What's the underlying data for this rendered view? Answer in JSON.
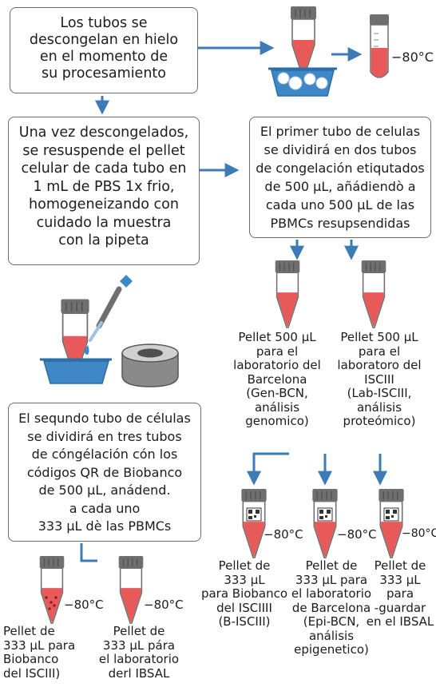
{
  "box_thaw": {
    "lines": [
      "Los tubos se",
      "descongelan en hielo",
      "en el momento de",
      "su procesamiento"
    ]
  },
  "box_resuspend": {
    "lines": [
      "Una vez descongelados,",
      "se resuspende el pellet",
      "celular de cada tubo en",
      "1 mL de PBS 1x frio,",
      "homogeneizando con",
      "cuidado la muestra",
      "con la pipeta"
    ]
  },
  "box_first_tube": {
    "lines": [
      "El primer tubo de celulas",
      "se dividirá en dos tubos",
      "de congelación etiqutados",
      "de 500 µL, añádiendò a",
      "cada uno 500 µL de las",
      "PBMCs resupsendidas"
    ]
  },
  "box_second_tube": {
    "lines": [
      "El sequndo tubo de células",
      "se dividirá en tres tubos",
      "de cóngélación cón los",
      "códigos QR de Biobanco",
      "de 500 µL, anádend.",
      "a cada uno",
      "333 µL dè las PBMCs"
    ]
  },
  "temperature": "−80°C",
  "captions": {
    "pellet_bcn_500": [
      "Pellet 500 µL",
      "para el",
      "laboratorio del",
      "Barcelona",
      "(Gen-BCN,",
      "análisis",
      "genomico)"
    ],
    "pellet_isciii_500": [
      "Pellet 500 µL",
      "para el",
      "laboratoro del",
      "ISCIII",
      "(Lab-ISCIII,",
      "análisis",
      "proteómico)"
    ],
    "pellet_biobanco_333": [
      "Pellet de",
      "333 µL",
      "para Biobanco",
      "del ISCIIII",
      "(B-ISCIII)"
    ],
    "pellet_bcn_333": [
      "Pellet de",
      "333 µL para",
      "el laboratorio",
      "de Barcelona",
      "(Epi-BCN,",
      "análisis",
      "epigenetico)"
    ],
    "pellet_guardar_333": [
      "Pellet de",
      "333 µL",
      "para",
      "-guardar",
      "en el IBSAL"
    ],
    "pellet_biobanco_isciii_bottom": [
      "Pellet de",
      "333 µL para",
      "Biobanco",
      "del ISCIII)"
    ],
    "pellet_ibsal_bottom": [
      "Pellet de",
      "333 µL pára",
      "el laboratorio",
      "derl IBSAL"
    ]
  },
  "colors": {
    "arrow": "#3d7bb6",
    "liquid": "#e85a5a",
    "tube_cap": "#6f6f6f",
    "bath": "#3f88c5",
    "box_border": "#6b6b6b"
  }
}
